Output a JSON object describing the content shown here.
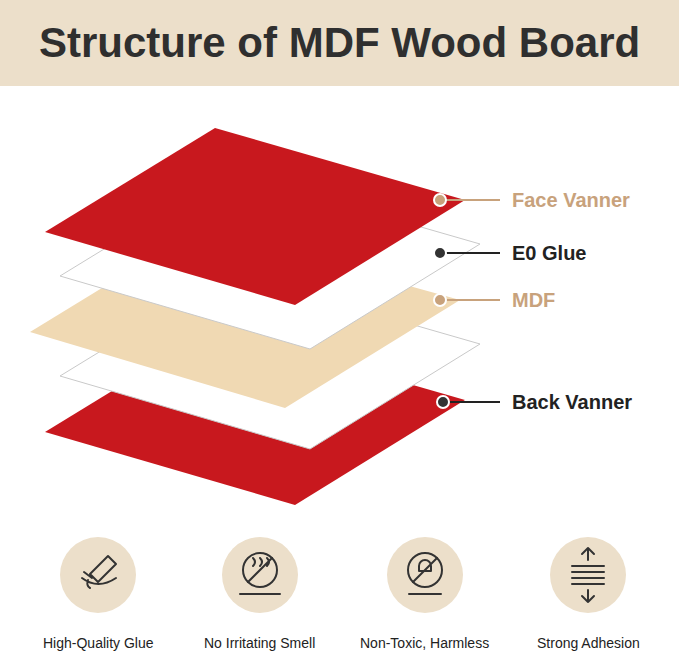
{
  "diagram": {
    "title": "Structure of MDF Wood Board",
    "labels": [
      "Face Vanner",
      "E0 Glue",
      "MDF",
      "Back Vanner",
      "High-Quality Glue",
      "No Irritating Smell",
      "Non-Toxic, Harmless",
      "Strong Adhesion"
    ]
  }
}
